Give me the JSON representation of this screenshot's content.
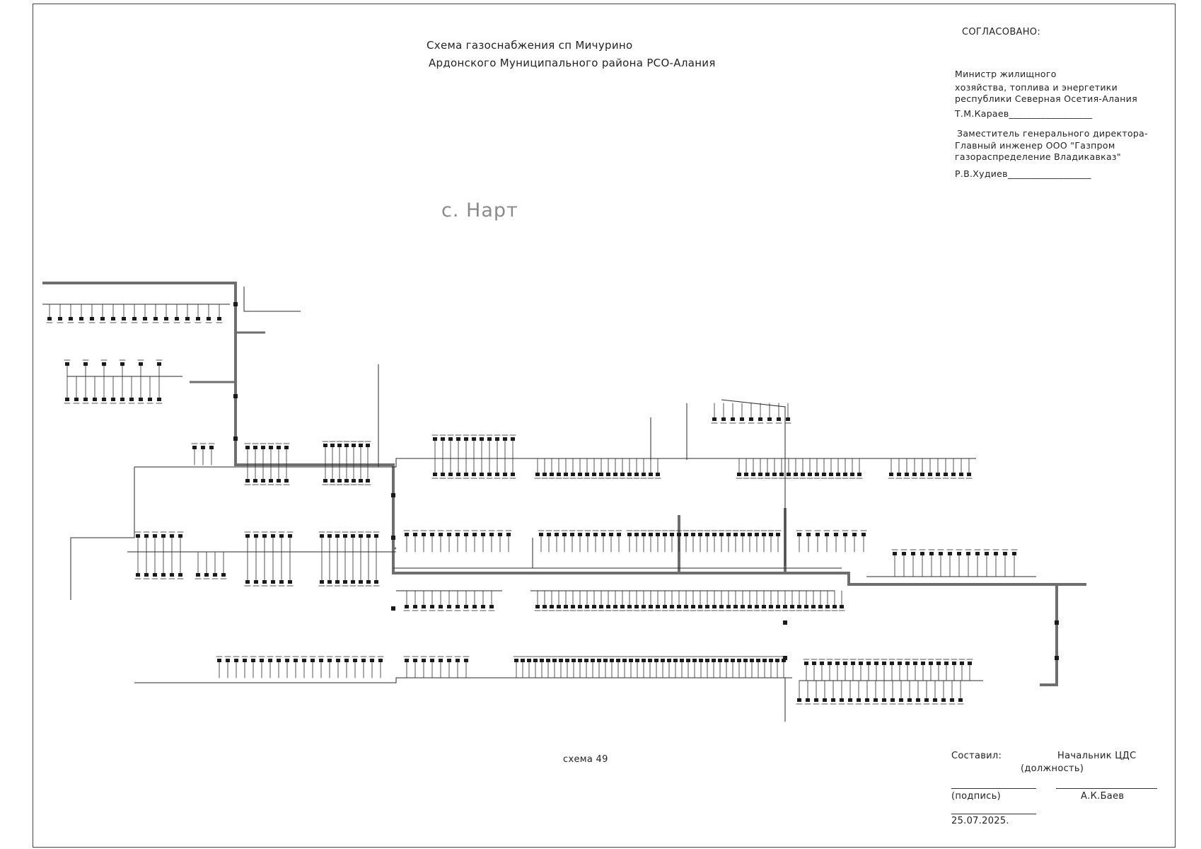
{
  "title": {
    "line1": "Схема газоснабжения сп Мичурино",
    "line2": "Ардонского Муниципального района РСО-Алания"
  },
  "village": "с. Нарт",
  "approval": {
    "header": "СОГЛАСОВАНО:",
    "approver1": {
      "line1": "Министр  жилищного",
      "line2": "хозяйства, топлива и энергетики",
      "line3": "республики Северная Осетия-Алания",
      "name": "Т.М.Караев__________________"
    },
    "approver2": {
      "line1": "Заместитель генерального директора-",
      "line2": "Главный инженер  ООО \"Газпром",
      "line3": "газораспределение Владикавказ\"",
      "name": "Р.В.Худиев__________________"
    }
  },
  "scheme_label": "схема 49",
  "signature": {
    "compiled_label": "Составил:",
    "position": "Начальник ЦДС",
    "position_caption": "(должность)",
    "signature_caption": "(подпись)",
    "name": "А.К.Баев",
    "date": "25.07.2025."
  },
  "colors": {
    "main_pipe": "#6e6e6e",
    "thin_pipe": "#2a2a2a",
    "frame": "#444444",
    "village_text": "#8a8a8a"
  }
}
